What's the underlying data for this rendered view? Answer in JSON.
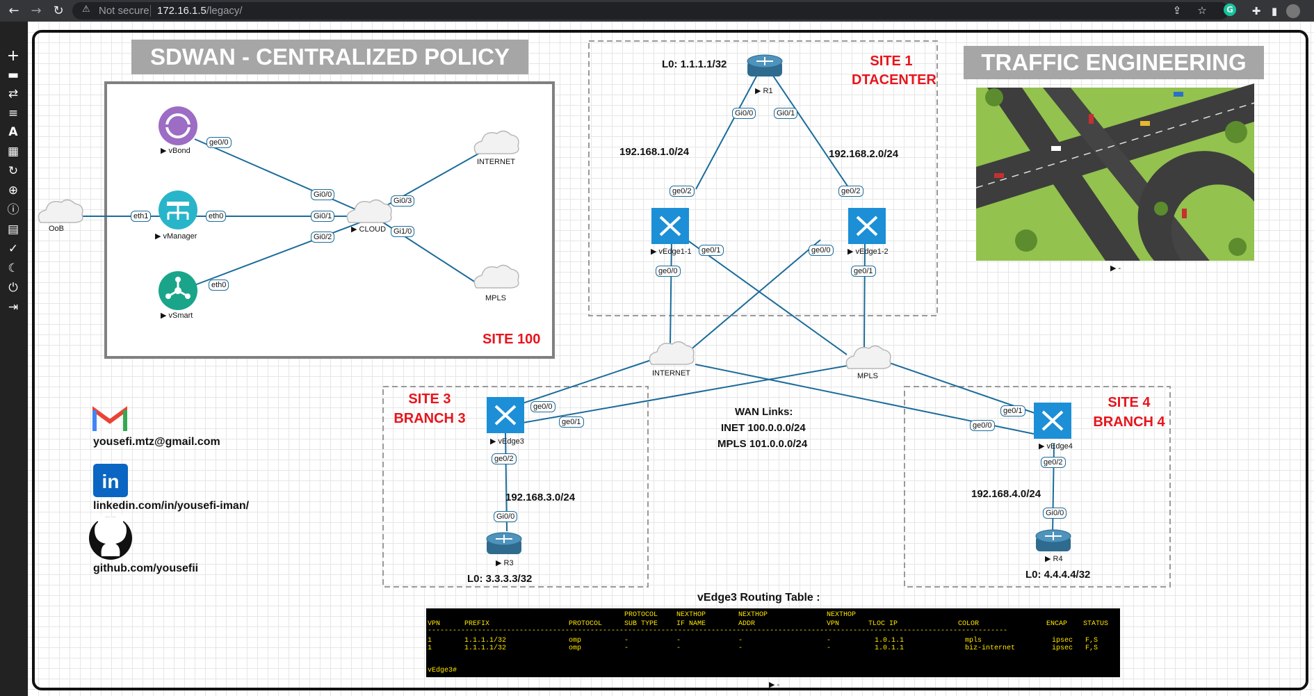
{
  "browser": {
    "security_label": "Not secure",
    "url_host": "172.16.1.5",
    "url_path": "/legacy/"
  },
  "banners": {
    "left": "SDWAN - CENTRALIZED POLICY",
    "right": "TRAFFIC ENGINEERING"
  },
  "sites": {
    "site100": "SITE 100",
    "site1_line1": "SITE 1",
    "site1_line2": "DTACENTER",
    "site3_line1": "SITE 3",
    "site3_line2": "BRANCH 3",
    "site4_line1": "SITE 4",
    "site4_line2": "BRANCH 4"
  },
  "nodes": {
    "vbond": "vBond",
    "vmanager": "vManager",
    "vsmart": "vSmart",
    "cloud": "CLOUD",
    "oob": "OoB",
    "internet_top": "INTERNET",
    "mpls_top": "MPLS",
    "r1": "R1",
    "vedge1_1": "vEdge1-1",
    "vedge1_2": "vEdge1-2",
    "internet": "INTERNET",
    "mpls": "MPLS",
    "vedge3": "vEdge3",
    "vedge4": "vEdge4",
    "r3": "R3",
    "r4": "R4",
    "image_caption": "-",
    "table_caption": "-"
  },
  "ports": {
    "vbond_ge": "ge0/0",
    "vmanager_eth1": "eth1",
    "vmanager_eth0": "eth0",
    "vsmart_eth0": "eth0",
    "cloud_gi00": "Gi0/0",
    "cloud_gi01": "Gi0/1",
    "cloud_gi02": "Gi0/2",
    "cloud_gi03": "Gi0/3",
    "cloud_gi10": "Gi1/0",
    "r1_gi00": "Gi0/0",
    "r1_gi01": "Gi0/1",
    "ve11_ge02": "ge0/2",
    "ve11_ge01": "ge0/1",
    "ve11_ge00": "ge0/0",
    "ve12_ge02": "ge0/2",
    "ve12_ge00": "ge0/0",
    "ve12_ge01": "ge0/1",
    "ve3_ge00": "ge0/0",
    "ve3_ge01": "ge0/1",
    "ve3_ge02": "ge0/2",
    "r3_gi00": "Gi0/0",
    "ve4_ge01": "ge0/1",
    "ve4_ge00": "ge0/0",
    "ve4_ge02": "ge0/2",
    "r4_gi00": "Gi0/0"
  },
  "texts": {
    "r1_lo": "L0: 1.1.1.1/32",
    "net1": "192.168.1.0/24",
    "net2": "192.168.2.0/24",
    "net3": "192.168.3.0/24",
    "net4": "192.168.4.0/24",
    "r3_lo": "L0: 3.3.3.3/32",
    "r4_lo": "L0: 4.4.4.4/32",
    "wan_title": "WAN Links:",
    "wan_inet": "INET 100.0.0.0/24",
    "wan_mpls": "MPLS 101.0.0.0/24",
    "table_title": "vEdge3 Routing Table :"
  },
  "contacts": {
    "email": "yousefi.mtz@gmail.com",
    "linkedin": "linkedin.com/in/yousefi-iman/",
    "github": "github.com/yousefii"
  },
  "routing_table": {
    "headers_top": {
      "proto_sub": "PROTOCOL",
      "nexthop_if": "NEXTHOP",
      "nexthop_addr": "NEXTHOP",
      "nexthop_vpn": "NEXTHOP"
    },
    "headers": {
      "vpn": "VPN",
      "prefix": "PREFIX",
      "protocol": "PROTOCOL",
      "sub_type": "SUB TYPE",
      "if_name": "IF NAME",
      "addr": "ADDR",
      "vpn2": "VPN",
      "tloc_ip": "TLOC IP",
      "color": "COLOR",
      "encap": "ENCAP",
      "status": "STATUS"
    },
    "separator": "-------------------------------------------------------------------------------------------------------------------------------------------",
    "rows": [
      {
        "vpn": "1",
        "prefix": "1.1.1.1/32",
        "protocol": "omp",
        "sub_type": "-",
        "if_name": "-",
        "addr": "-",
        "vpn2": "-",
        "tloc_ip": "1.0.1.1",
        "color": "mpls",
        "encap": "ipsec",
        "status": "F,S"
      },
      {
        "vpn": "1",
        "prefix": "1.1.1.1/32",
        "protocol": "omp",
        "sub_type": "-",
        "if_name": "-",
        "addr": "-",
        "vpn2": "-",
        "tloc_ip": "1.0.1.1",
        "color": "biz-internet",
        "encap": "ipsec",
        "status": "F,S"
      }
    ],
    "prompt": "vEdge3#"
  },
  "colors": {
    "link": "#1a6b9a",
    "site_label": "#e8141c",
    "banner_bg": "#a6a6a6",
    "vedge_blue": "#1c8fd6",
    "vbond_purple": "#9d6cc4",
    "vmanager_teal": "#29b5c9",
    "vsmart_green": "#1aa58a",
    "terminal_text": "#ffe600"
  }
}
